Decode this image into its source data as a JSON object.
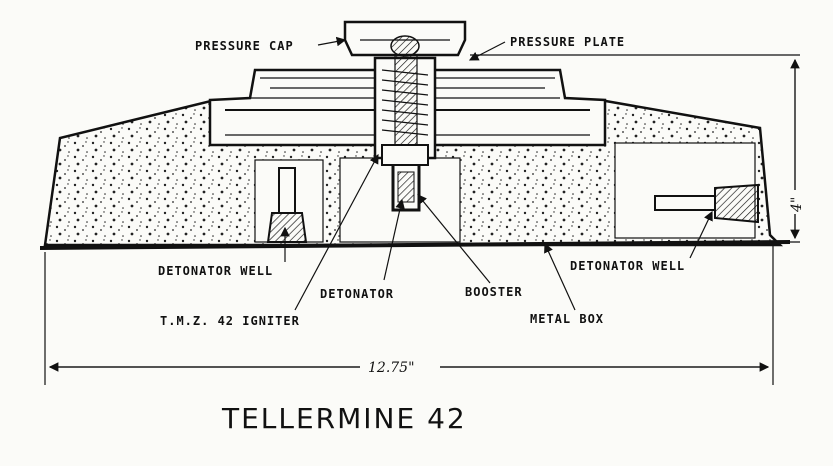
{
  "title": "TELLERMINE 42",
  "labels": {
    "pressure_cap": "PRESSURE CAP",
    "pressure_plate": "PRESSURE PLATE",
    "detonator_well_left": "DETONATOR WELL",
    "detonator_well_right": "DETONATOR WELL",
    "detonator": "DETONATOR",
    "booster": "BOOSTER",
    "igniter": "T.M.Z. 42 IGNITER",
    "metal_box": "METAL BOX"
  },
  "dimensions": {
    "width": "12.75\"",
    "height": "4\""
  }
}
